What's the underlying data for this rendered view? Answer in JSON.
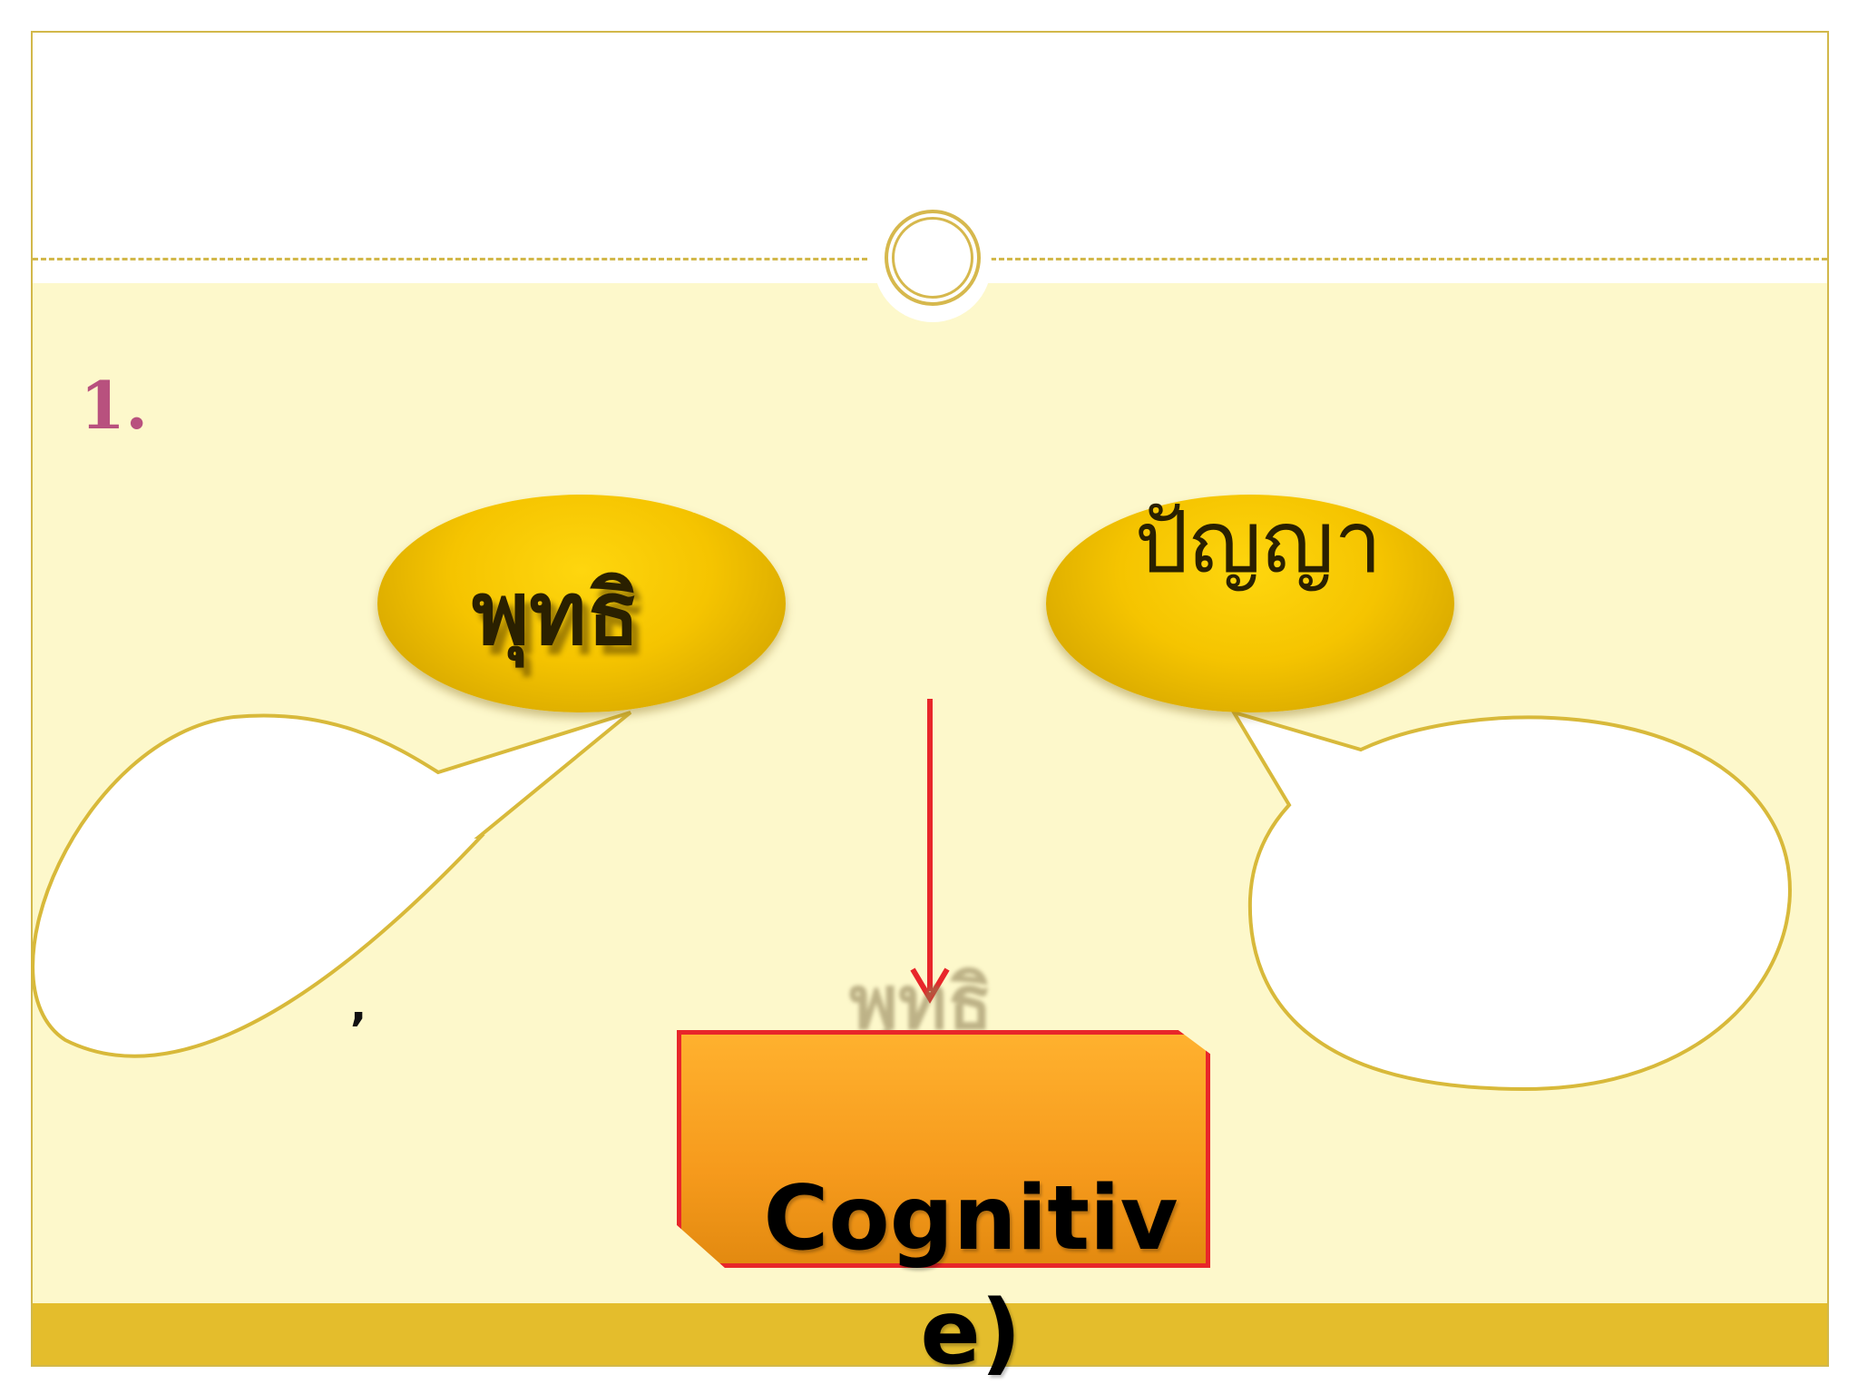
{
  "slide": {
    "number_label": "1.",
    "left_oval_text": "พุทธิ",
    "right_oval_text": "ปัญญา",
    "left_callout_text": ",",
    "ghost_text": "พุทธิ",
    "box_text": "Cognitive)"
  },
  "colors": {
    "frame_border": "#d2b84a",
    "content_background": "#fdf8cb",
    "footer_band": "#e4bd2c",
    "oval_fill": "#f5c400",
    "arrow": "#e8262a",
    "box_fill": "#f69a1c",
    "box_border": "#e8262a",
    "number_color": "#b8517e"
  }
}
